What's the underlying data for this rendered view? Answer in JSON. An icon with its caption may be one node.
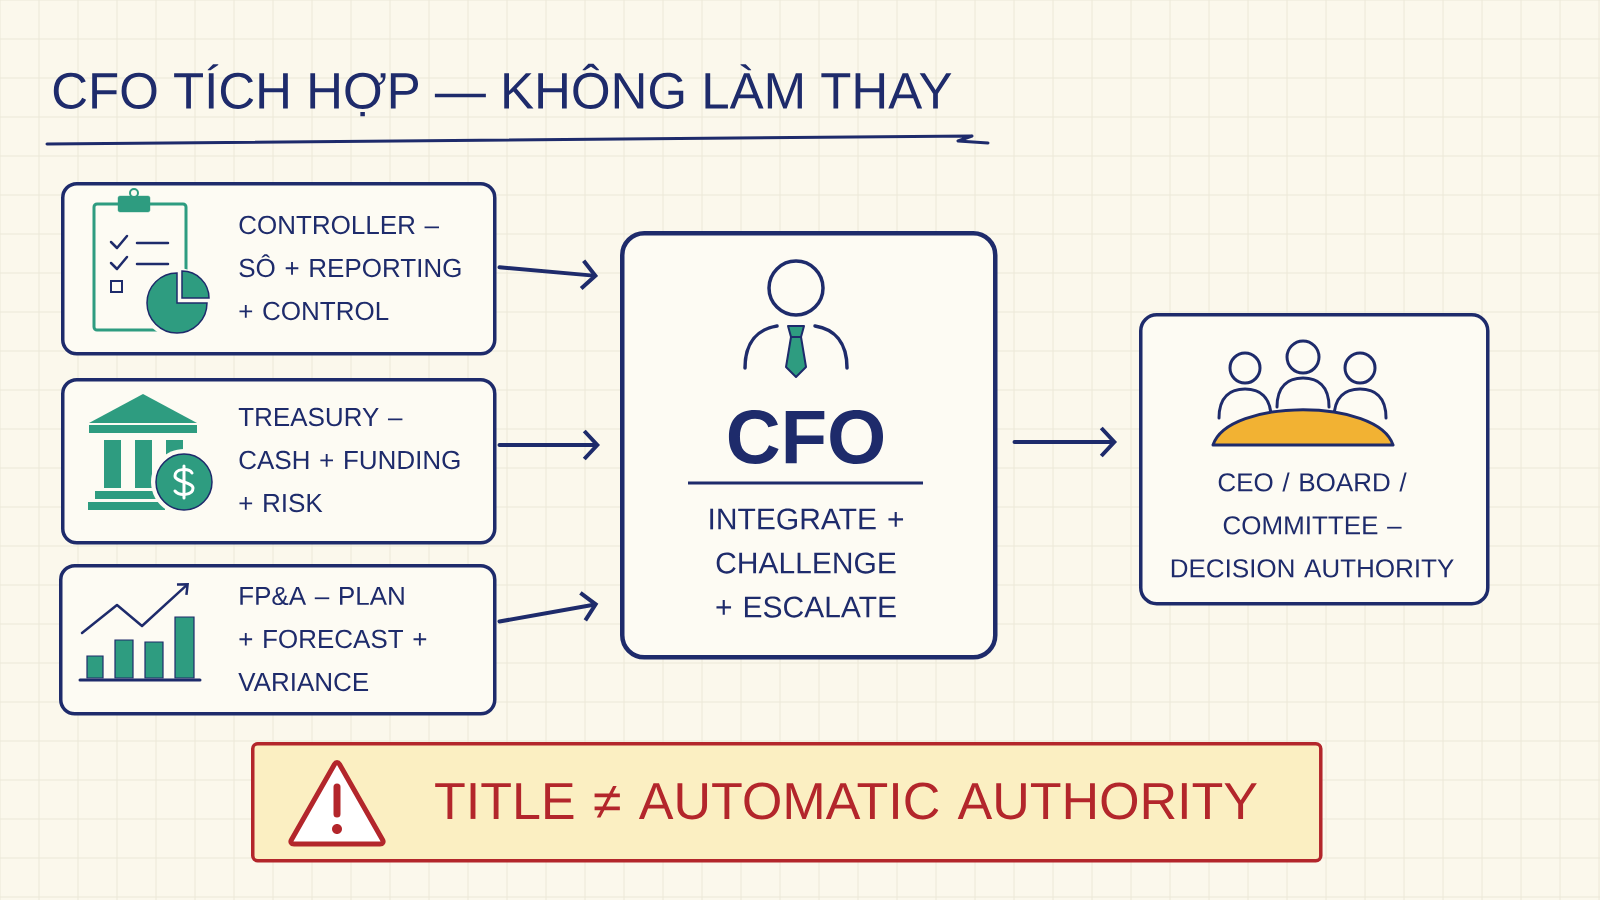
{
  "diagram": {
    "title": "CFO TÍCH HỢP — KHÔNG LÀM THAY",
    "nodes": [
      {
        "text": [
          "CONTROLLER – SÔ + REPORTING + CONTROL"
        ]
      },
      {
        "text": [
          "TREASURY – CASH + FUNDING + RISK"
        ]
      },
      {
        "text": [
          "FP&A – PLAN + FORECAST + VARIANCE"
        ]
      },
      {
        "text": [
          "CFO",
          "INTEGRATE + CHALLENGE + ESCALATE"
        ]
      },
      {
        "text": [
          "CEO / BOARD / COMMITTEE – DECISION AUTHORITY"
        ]
      },
      {
        "text": [
          "TITLE ≠ AUTOMATIC AUTHORITY"
        ]
      }
    ],
    "edges": [
      {
        "from": 0,
        "to": 3,
        "arrow": "to"
      },
      {
        "from": 1,
        "to": 3,
        "arrow": "to"
      },
      {
        "from": 2,
        "to": 3,
        "arrow": "to"
      },
      {
        "from": 3,
        "to": 4,
        "arrow": "to"
      }
    ]
  }
}
